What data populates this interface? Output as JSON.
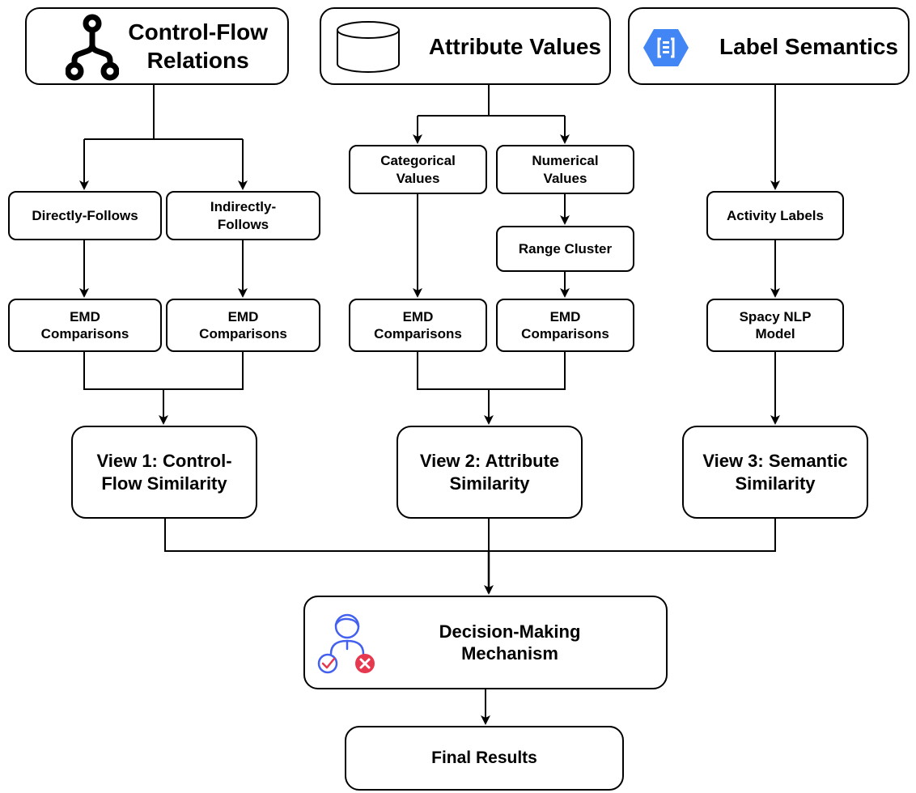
{
  "top": {
    "control_flow": "Control-Flow\nRelations",
    "attribute_values": "Attribute Values",
    "label_semantics": "Label Semantics"
  },
  "nodes": {
    "directly_follows": "Directly-Follows",
    "indirectly_follows": "Indirectly-\nFollows",
    "emd_1": "EMD\nComparisons",
    "emd_2": "EMD\nComparisons",
    "categorical_values": "Categorical\nValues",
    "numerical_values": "Numerical\nValues",
    "range_cluster": "Range Cluster",
    "emd_3": "EMD\nComparisons",
    "emd_4": "EMD\nComparisons",
    "activity_labels": "Activity Labels",
    "spacy": "Spacy NLP\nModel"
  },
  "views": {
    "view1": "View 1: Control-\nFlow Similarity",
    "view2": "View 2: Attribute\nSimilarity",
    "view3": "View 3: Semantic\nSimilarity"
  },
  "decision": "Decision-Making\nMechanism",
  "final": "Final Results",
  "icons": {
    "control_flow": "branch-icon",
    "attribute_values": "database-icon",
    "label_semantics": "document-list-icon",
    "decision": "person-check-cross-icon"
  },
  "colors": {
    "stroke": "#000000",
    "label_icon_blue": "#4285f4",
    "decision_icon_blue": "#4361ee",
    "decision_icon_red": "#e63950"
  }
}
